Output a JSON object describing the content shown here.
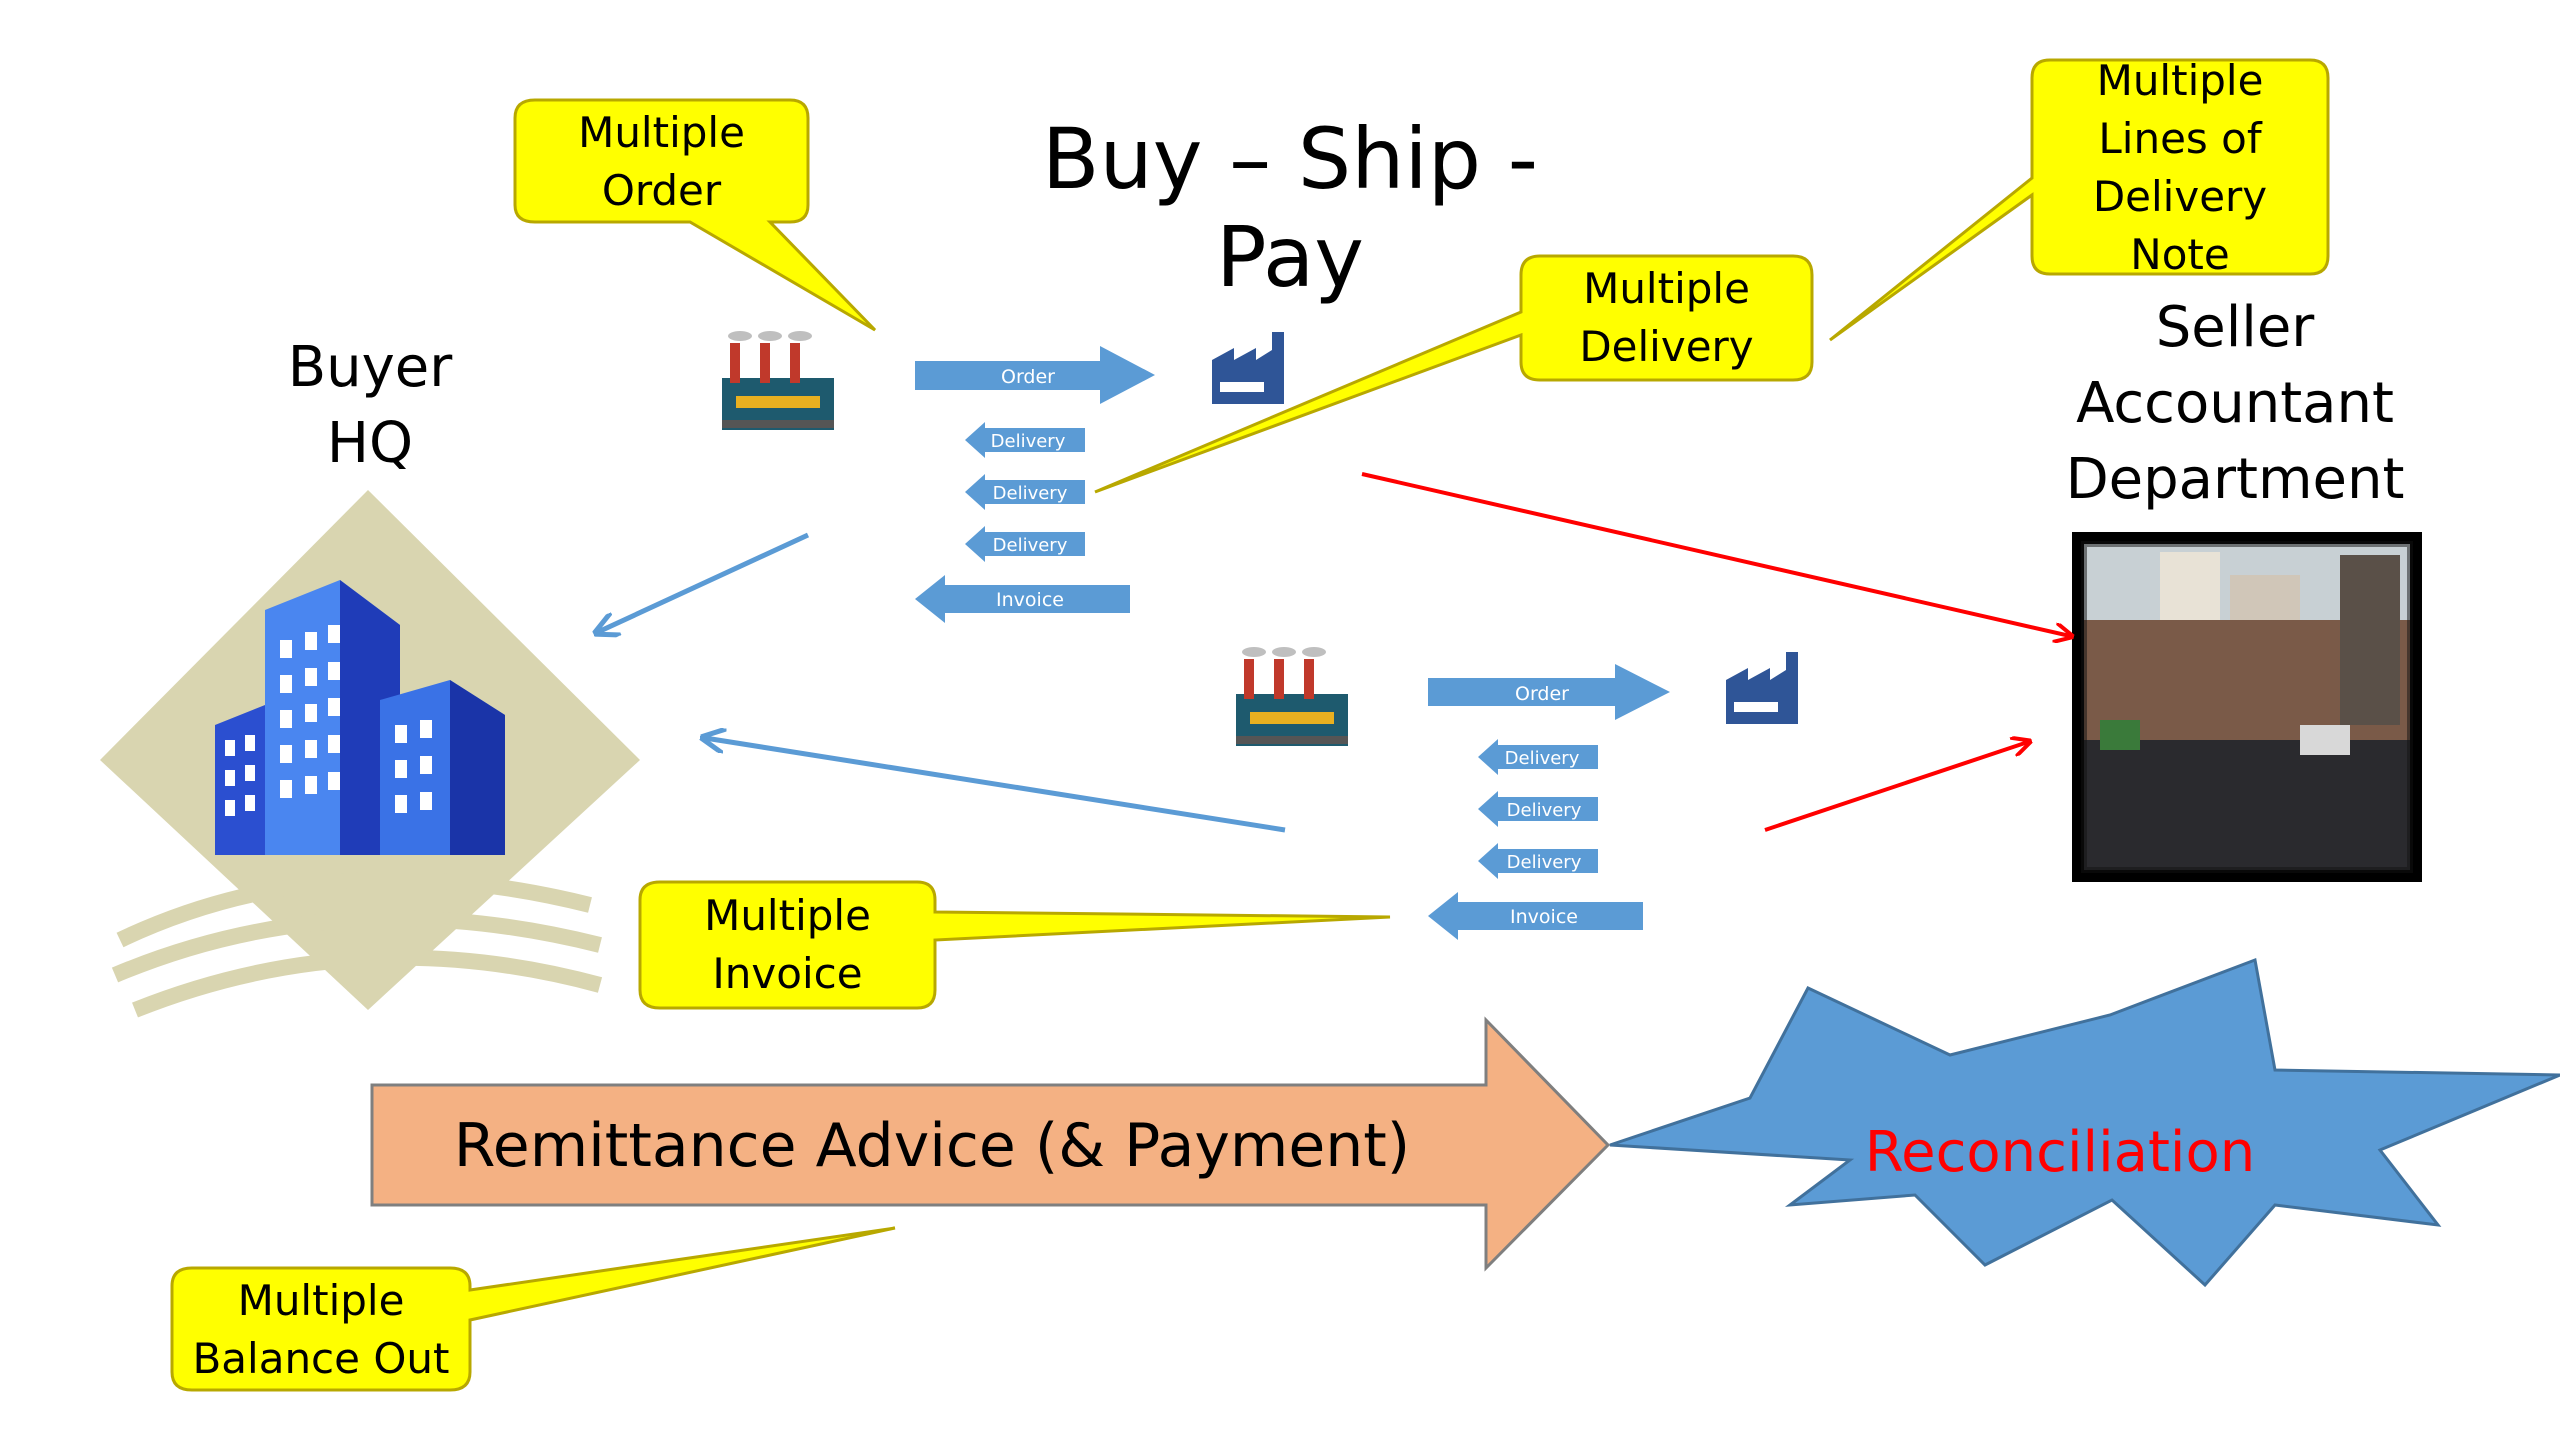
{
  "title": "Buy – Ship - Pay",
  "buyer": {
    "line1": "Buyer",
    "line2": "HQ"
  },
  "seller": {
    "line1": "Seller",
    "line2": "Accountant",
    "line3": "Department"
  },
  "callouts": {
    "multiple_order": [
      "Multiple",
      "Order"
    ],
    "multiple_lines": [
      "Multiple",
      "Lines of",
      "Delivery",
      "Note"
    ],
    "multiple_delivery": [
      "Multiple",
      "Delivery"
    ],
    "multiple_invoice": [
      "Multiple",
      "Invoice"
    ],
    "multiple_balance": [
      "Multiple",
      "Balance Out"
    ]
  },
  "flow_top": {
    "order": "Order",
    "deliveries": [
      "Delivery",
      "Delivery",
      "Delivery"
    ],
    "invoice": "Invoice"
  },
  "flow_bottom": {
    "order": "Order",
    "deliveries": [
      "Delivery",
      "Delivery",
      "Delivery"
    ],
    "invoice": "Invoice"
  },
  "remittance": "Remittance Advice (& Payment)",
  "reconciliation": "Reconciliation",
  "colors": {
    "callout_fill": "#ffff00",
    "arrow_blue": "#5b9bd5",
    "arrow_red": "#ff0000",
    "remittance_fill": "#f4b183",
    "starburst_fill": "#5b9bd5",
    "reconciliation_text": "#ff0000"
  },
  "icons": [
    "factory-icon",
    "warehouse-icon",
    "buildings-icon",
    "city-street-photo"
  ]
}
